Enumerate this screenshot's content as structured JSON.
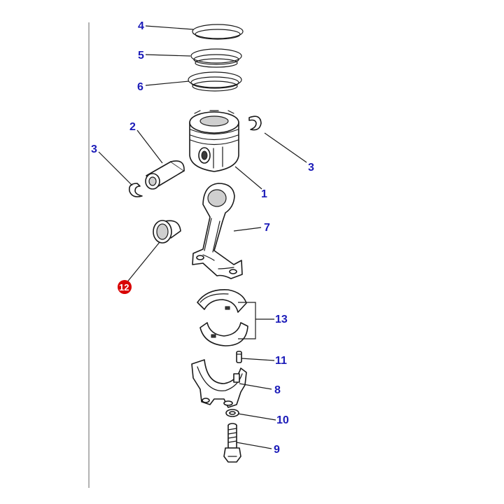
{
  "diagram": {
    "callouts": [
      {
        "id": "c4",
        "label": "4"
      },
      {
        "id": "c5",
        "label": "5"
      },
      {
        "id": "c6",
        "label": "6"
      },
      {
        "id": "c2",
        "label": "2"
      },
      {
        "id": "c3a",
        "label": "3"
      },
      {
        "id": "c3b",
        "label": "3"
      },
      {
        "id": "c1",
        "label": "1"
      },
      {
        "id": "c7",
        "label": "7"
      },
      {
        "id": "c13",
        "label": "13"
      },
      {
        "id": "c11",
        "label": "11"
      },
      {
        "id": "c8",
        "label": "8"
      },
      {
        "id": "c10",
        "label": "10"
      },
      {
        "id": "c9",
        "label": "9"
      }
    ],
    "highlighted_callout": {
      "label": "12",
      "color": "#d80000"
    },
    "callout_color": "#1a1ab8"
  }
}
